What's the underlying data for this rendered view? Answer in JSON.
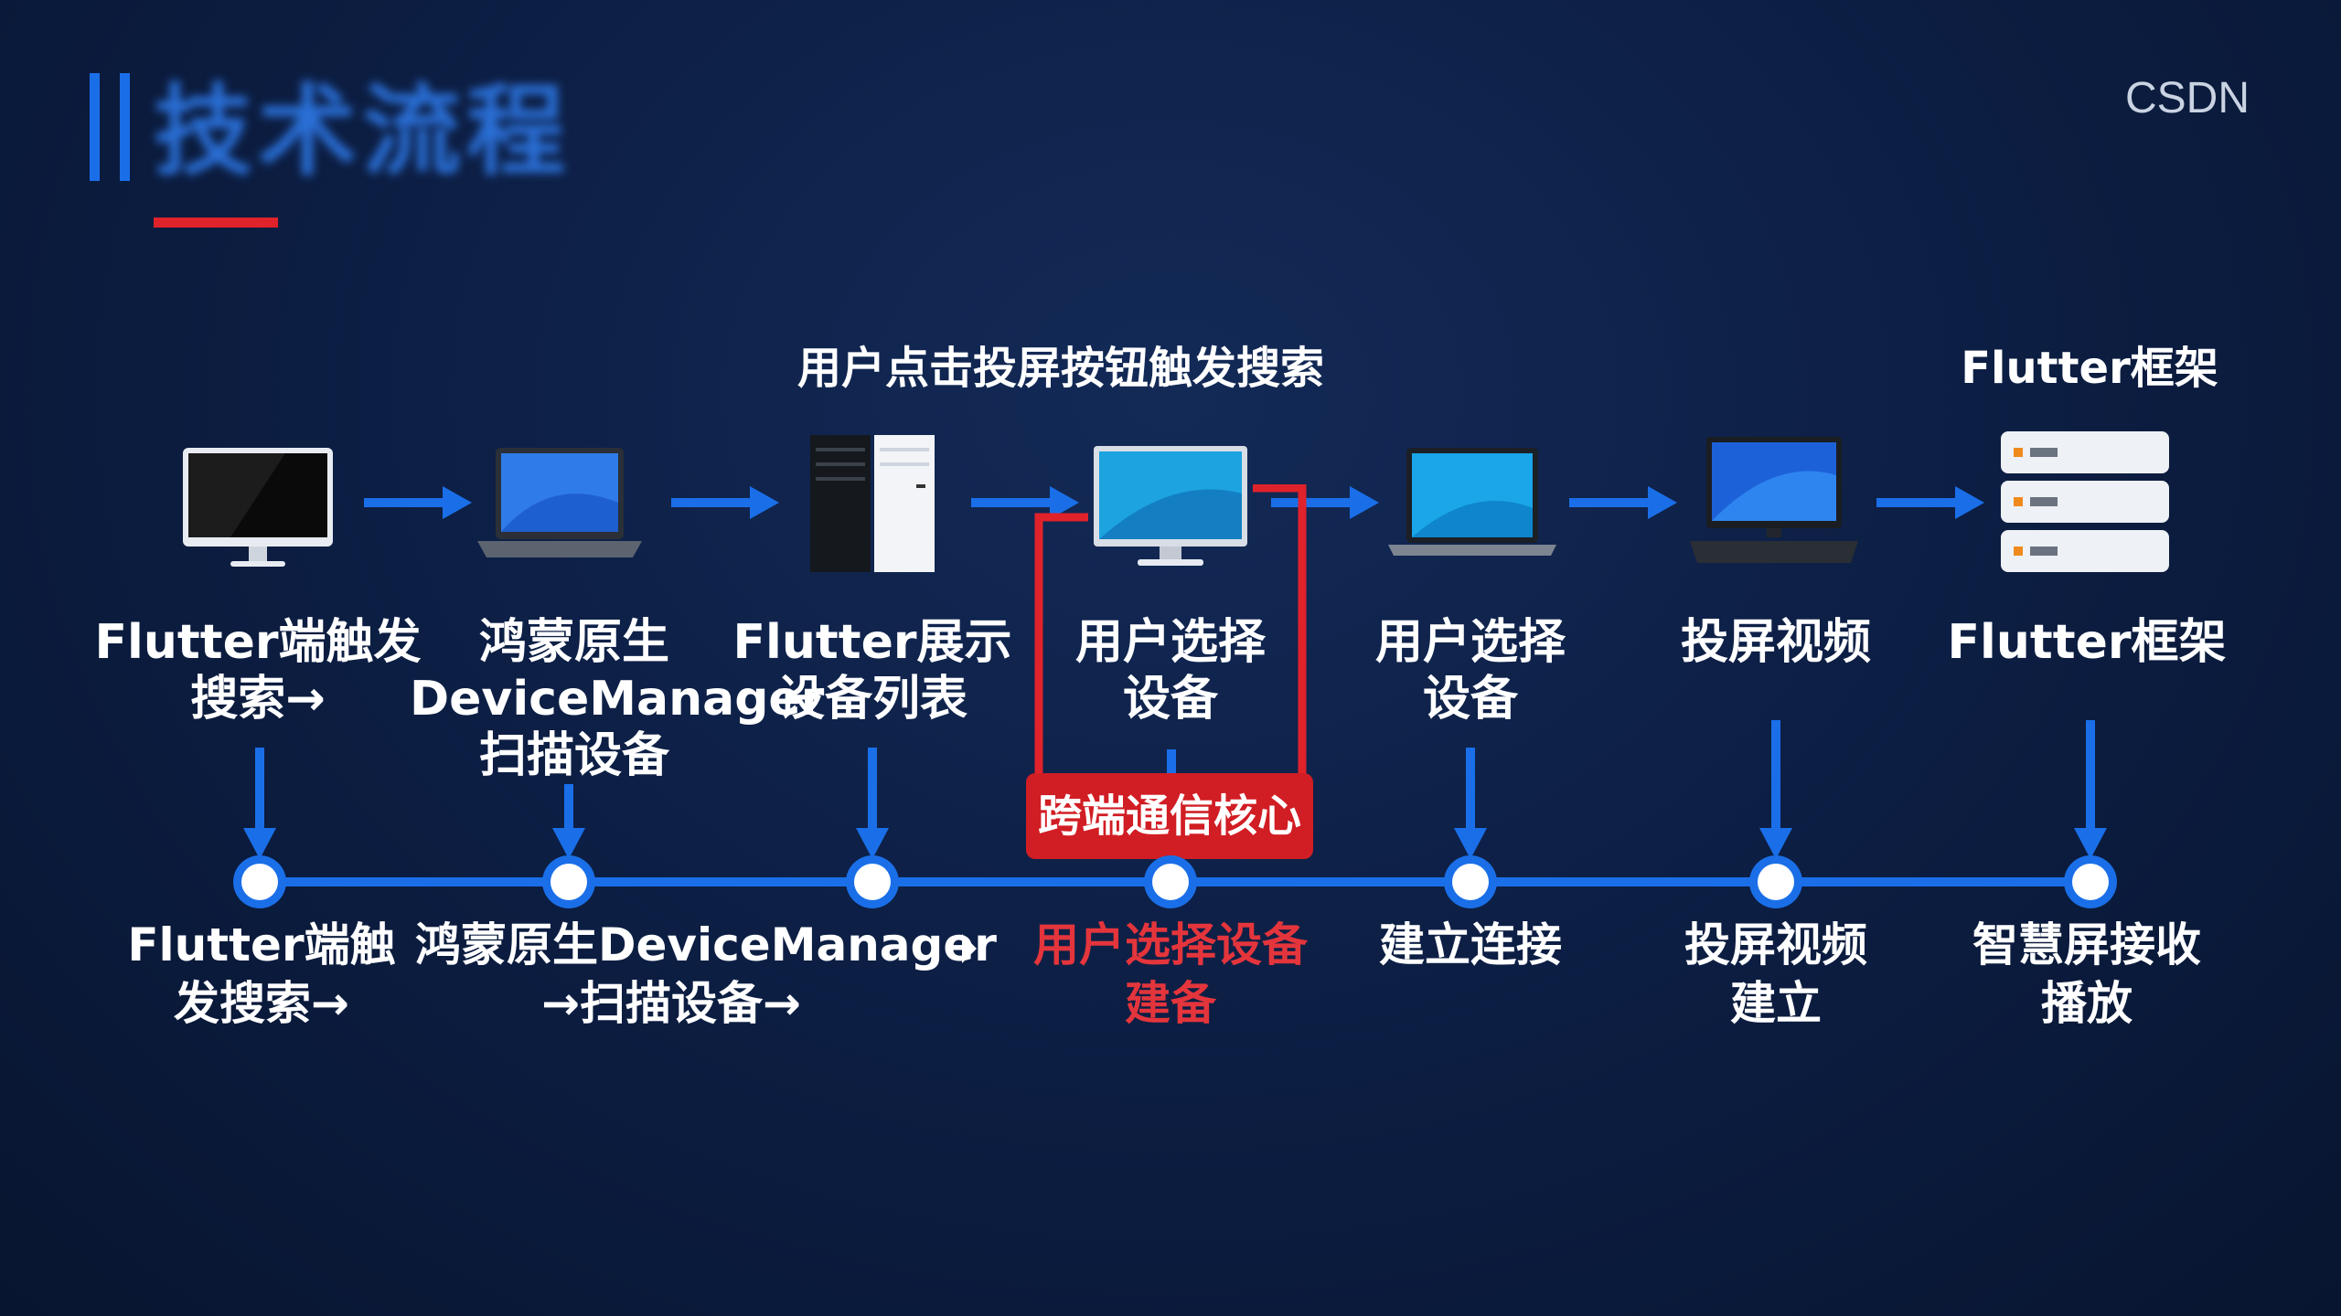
{
  "title": "技术流程",
  "logo": "CSDN",
  "caption_top": {
    "left": "用户点击投屏按钮触发搜索",
    "right": "Flutter框架"
  },
  "devices": [
    {
      "icon": "imac-icon"
    },
    {
      "icon": "laptop-icon"
    },
    {
      "icon": "tower-pc-icon"
    },
    {
      "icon": "monitor-icon"
    },
    {
      "icon": "laptop-icon"
    },
    {
      "icon": "desktop-keyboard-icon"
    },
    {
      "icon": "server-rack-icon"
    }
  ],
  "upper_labels": [
    [
      "Flutter端触发",
      "搜索→"
    ],
    [
      "鸿蒙原生",
      "DeviceManager",
      "扫描设备"
    ],
    [
      "Flutter展示",
      "设备列表"
    ],
    [
      "用户选择",
      "设备"
    ],
    [
      "用户选择",
      "设备"
    ],
    [
      "投屏视频"
    ],
    [
      "Flutter框架"
    ]
  ],
  "highlight": {
    "badge": "跨端通信核心",
    "color": "#d11d24"
  },
  "lower_labels": [
    [
      "Flutter端触",
      "发搜索→"
    ],
    [
      "鸿蒙原生DeviceManager",
      "→扫描设备→"
    ],
    [
      "用户选择设备",
      "建备"
    ],
    [
      "建立连接"
    ],
    [
      "投屏视频",
      "建立"
    ],
    [
      "智慧屏接收",
      "播放"
    ]
  ],
  "colors": {
    "accent_blue": "#1a6fe8",
    "accent_red": "#e0222b",
    "highlight_text": "#e4353c"
  }
}
